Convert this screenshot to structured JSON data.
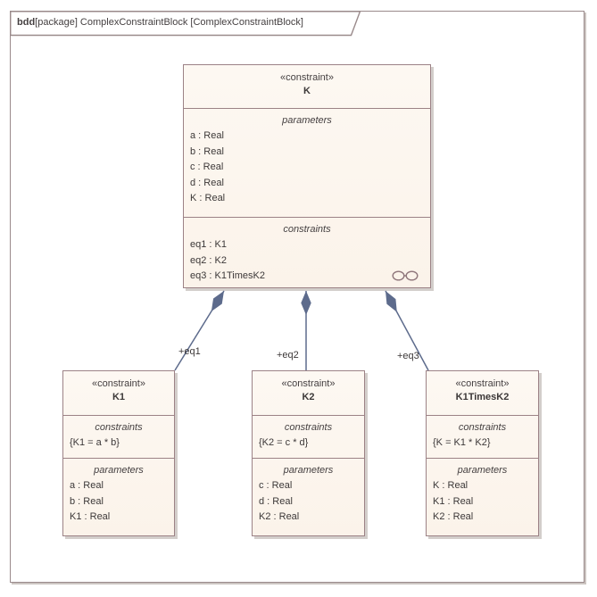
{
  "frame": {
    "title_keyword": "bdd",
    "title_rest": "[package] ComplexConstraintBlock [ComplexConstraintBlock]"
  },
  "blocks": {
    "k": {
      "stereotype": "«constraint»",
      "name": "K",
      "parameters": {
        "label": "parameters",
        "items": [
          "a : Real",
          "b : Real",
          "c : Real",
          "d : Real",
          "K : Real"
        ]
      },
      "constraints": {
        "label": "constraints",
        "items": [
          "eq1 : K1",
          "eq2 : K2",
          "eq3 : K1TimesK2"
        ]
      }
    },
    "k1": {
      "stereotype": "«constraint»",
      "name": "K1",
      "constraints": {
        "label": "constraints",
        "items": [
          "{K1 = a * b}"
        ]
      },
      "parameters": {
        "label": "parameters",
        "items": [
          "a : Real",
          "b : Real",
          "K1 : Real"
        ]
      }
    },
    "k2": {
      "stereotype": "«constraint»",
      "name": "K2",
      "constraints": {
        "label": "constraints",
        "items": [
          "{K2 = c * d}"
        ]
      },
      "parameters": {
        "label": "parameters",
        "items": [
          "c : Real",
          "d : Real",
          "K2 : Real"
        ]
      }
    },
    "k1timesk2": {
      "stereotype": "«constraint»",
      "name": "K1TimesK2",
      "constraints": {
        "label": "constraints",
        "items": [
          "{K = K1 * K2}"
        ]
      },
      "parameters": {
        "label": "parameters",
        "items": [
          "K : Real",
          "K1 : Real",
          "K2 : Real"
        ]
      }
    }
  },
  "connectors": {
    "eq1": {
      "label": "+eq1",
      "type": "composition"
    },
    "eq2": {
      "label": "+eq2",
      "type": "composition"
    },
    "eq3": {
      "label": "+eq3",
      "type": "composition"
    }
  },
  "colors": {
    "block_fill": "#fcf5ee",
    "block_border": "#9c8286",
    "frame_border": "#9a8a8b",
    "connector": "#5d6b8c",
    "shadow": "#ccc5c1",
    "text": "#3c3838"
  }
}
